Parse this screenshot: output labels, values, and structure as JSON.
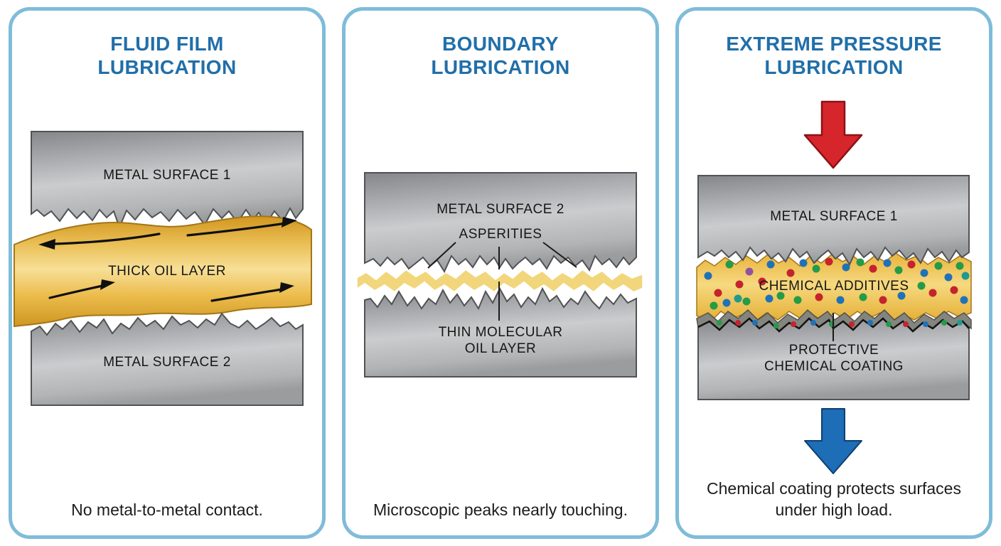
{
  "theme": {
    "border_color": "#7fbcd9",
    "title_color": "#216fa9",
    "text_color": "#1c1c1c",
    "red_arrow": "#d7252c",
    "blue_arrow": "#1d6db7",
    "dot_red": "#c5232d",
    "dot_green": "#259b48",
    "dot_blue": "#1f72b8",
    "dot_purple": "#9252a1",
    "oil_gold": "#eec057",
    "metal_gray": "#b3b4b6"
  },
  "panels": [
    {
      "name": "fluid-film",
      "title": "FLUID FILM\nLUBRICATION",
      "labels": {
        "top_block": "METAL SURFACE 1",
        "oil": "THICK OIL LAYER",
        "bottom_block": "METAL SURFACE 2"
      },
      "icons": [
        "flow-arrow-left",
        "flow-arrow-right"
      ],
      "caption": "No metal-to-metal contact."
    },
    {
      "name": "boundary",
      "title": "BOUNDARY\nLUBRICATION",
      "labels": {
        "top_block": "METAL SURFACE 2",
        "asperities": "ASPERITIES",
        "oil": "THIN MOLECULAR\nOIL LAYER"
      },
      "caption": "Microscopic peaks nearly touching."
    },
    {
      "name": "extreme-pressure",
      "title": "EXTREME PRESSURE\nLUBRICATION",
      "labels": {
        "top_block": "METAL SURFACE 1",
        "additives": "CHEMICAL ADDITIVES",
        "coating": "PROTECTIVE\nCHEMICAL COATING"
      },
      "icons": [
        "pressure-down-arrow-red",
        "pressure-down-arrow-blue"
      ],
      "caption": "Chemical coating protects surfaces\nunder high load."
    }
  ]
}
